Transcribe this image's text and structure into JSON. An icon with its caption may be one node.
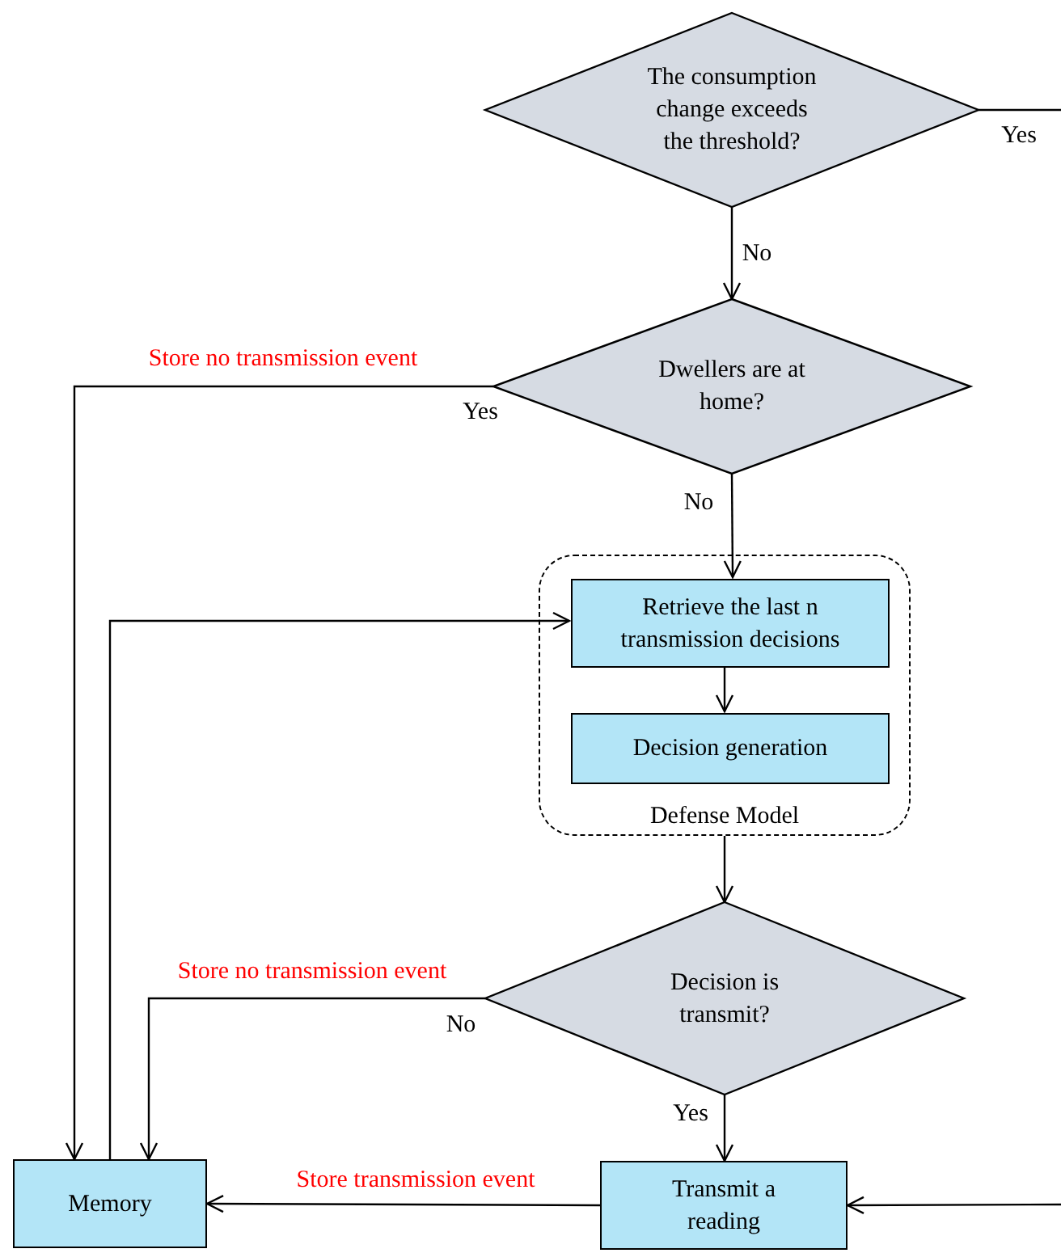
{
  "diagram": {
    "nodes": [
      {
        "text": [
          "The consumption change exceeds the threshold?"
        ]
      },
      {
        "text": [
          "Dwellers are at home?"
        ]
      },
      {
        "text": [
          "Defense Model"
        ]
      },
      {
        "text": [
          "Retrieve the last n transmission decisions"
        ],
        "in": 2
      },
      {
        "text": [
          "Decision generation"
        ],
        "in": 2
      },
      {
        "text": [
          "Decision is transmit?"
        ]
      },
      {
        "text": [
          "Transmit a reading"
        ]
      },
      {
        "text": [
          "Memory"
        ]
      }
    ],
    "edges": [
      {
        "from": 0,
        "to": null,
        "arrow": "none",
        "label": "Yes"
      },
      {
        "from": null,
        "to": 6,
        "arrow": "to"
      },
      {
        "from": 0,
        "to": 1,
        "arrow": "to",
        "label": "No"
      },
      {
        "from": 1,
        "to": 7,
        "arrow": "to",
        "label": "Yes"
      },
      {
        "from": 1,
        "to": 3,
        "arrow": "to",
        "label": "No"
      },
      {
        "from": 3,
        "to": 4,
        "arrow": "to"
      },
      {
        "from": 2,
        "to": 5,
        "arrow": "to"
      },
      {
        "from": 5,
        "to": 7,
        "arrow": "to",
        "label": "No"
      },
      {
        "from": 5,
        "to": 6,
        "arrow": "to",
        "label": "Yes"
      },
      {
        "from": 6,
        "to": 7,
        "arrow": "to",
        "label": "Store transmission event"
      },
      {
        "from": 7,
        "to": 3,
        "arrow": "to"
      }
    ],
    "labels": [
      "Store no transmission event",
      "Store no transmission event"
    ]
  }
}
